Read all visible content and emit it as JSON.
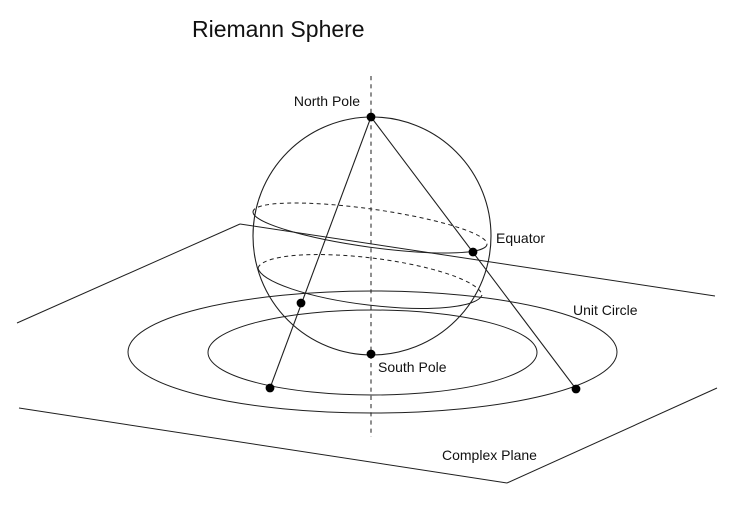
{
  "title": "Riemann Sphere",
  "labels": {
    "north_pole": "North Pole",
    "equator": "Equator",
    "unit_circle": "Unit Circle",
    "south_pole": "South Pole",
    "complex_plane": "Complex Plane"
  },
  "colors": {
    "background": "#ffffff",
    "line_stroke": "#1f1f1f",
    "text": "#111111",
    "point_fill": "#000000"
  },
  "figure": {
    "type": "stereographic-projection-diagram",
    "elements": [
      "sphere-outline",
      "vertical-axis-dashed",
      "equator-circle (dashed back, solid front)",
      "lower-latitude-circle (dashed back, solid front)",
      "complex-plane-quadrilateral",
      "unit-circle-on-plane",
      "inner-projected-circle-on-plane",
      "projection-line-left",
      "projection-line-right"
    ],
    "marked_points": [
      "north-pole",
      "equator-point",
      "latitude-point",
      "south-pole",
      "projected-point-inner-circle",
      "projected-point-unit-circle"
    ],
    "point_count": 6
  }
}
